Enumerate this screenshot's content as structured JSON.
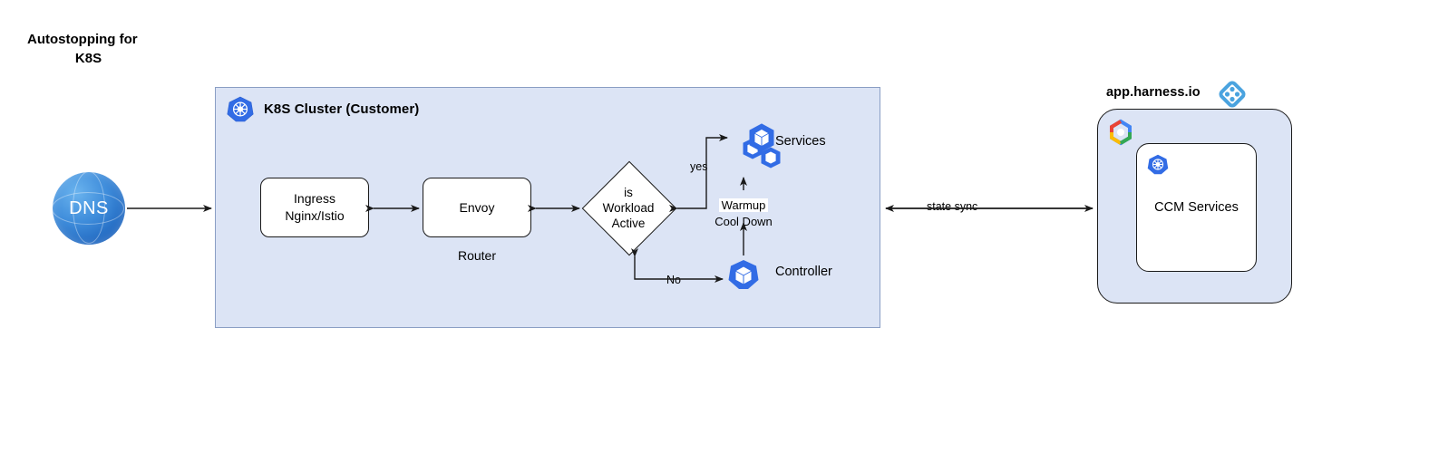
{
  "title": {
    "line1": "Autostopping for",
    "line2": "K8S"
  },
  "cluster": {
    "title": "K8S Cluster (Customer)",
    "icon": "kubernetes-icon",
    "nodes": {
      "ingress": {
        "label": "Ingress\nNginx/Istio"
      },
      "envoy": {
        "label": "Envoy",
        "sublabel": "Router"
      },
      "decision": {
        "label": "is\nWorkload\nActive"
      },
      "services": {
        "label": "Services",
        "icon": "kubernetes-pods-icon"
      },
      "controller": {
        "label": "Controller",
        "icon": "kubernetes-pod-icon"
      },
      "warmup": {
        "line1": "Warmup",
        "line2": "Cool Down"
      }
    },
    "edges": {
      "yes": "yes",
      "no": "No"
    }
  },
  "dns": {
    "label": "DNS",
    "icon": "globe-icon"
  },
  "state_sync": {
    "label": "state sync"
  },
  "harness": {
    "title": "app.harness.io",
    "logo": "harness-logo-icon",
    "cloud_logo": "google-cloud-icon",
    "ccm": {
      "label": "CCM Services",
      "icon": "kubernetes-icon"
    }
  },
  "colors": {
    "panel_fill": "#dce4f5",
    "panel_border": "#8a9ec4",
    "k8s_blue": "#326ce5",
    "dns_blue": "#3f8ddb",
    "harness_blue": "#4aa3df",
    "stroke": "#1a1a1a"
  }
}
